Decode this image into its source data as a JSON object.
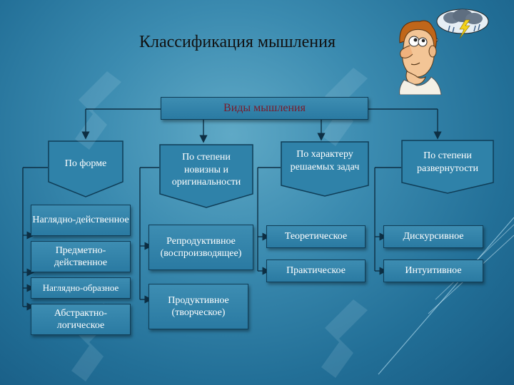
{
  "title": "Классификация мышления",
  "root": "Виды мышления",
  "categories": [
    "По форме",
    "По степени новизны и оригинальности",
    "По характеру решаемых задач",
    "По степени развернутости"
  ],
  "form_items": [
    "Наглядно-действенное",
    "Предметно-действенное",
    "Наглядно-образное",
    "Абстрактно-логическое"
  ],
  "novelty_items": [
    "Репродуктивное (воспроизводящее)",
    "Продуктивное (творческое)"
  ],
  "task_items": [
    "Теоретическое",
    "Практическое"
  ],
  "expansion_items": [
    "Дискурсивное",
    "Интуитивное"
  ]
}
